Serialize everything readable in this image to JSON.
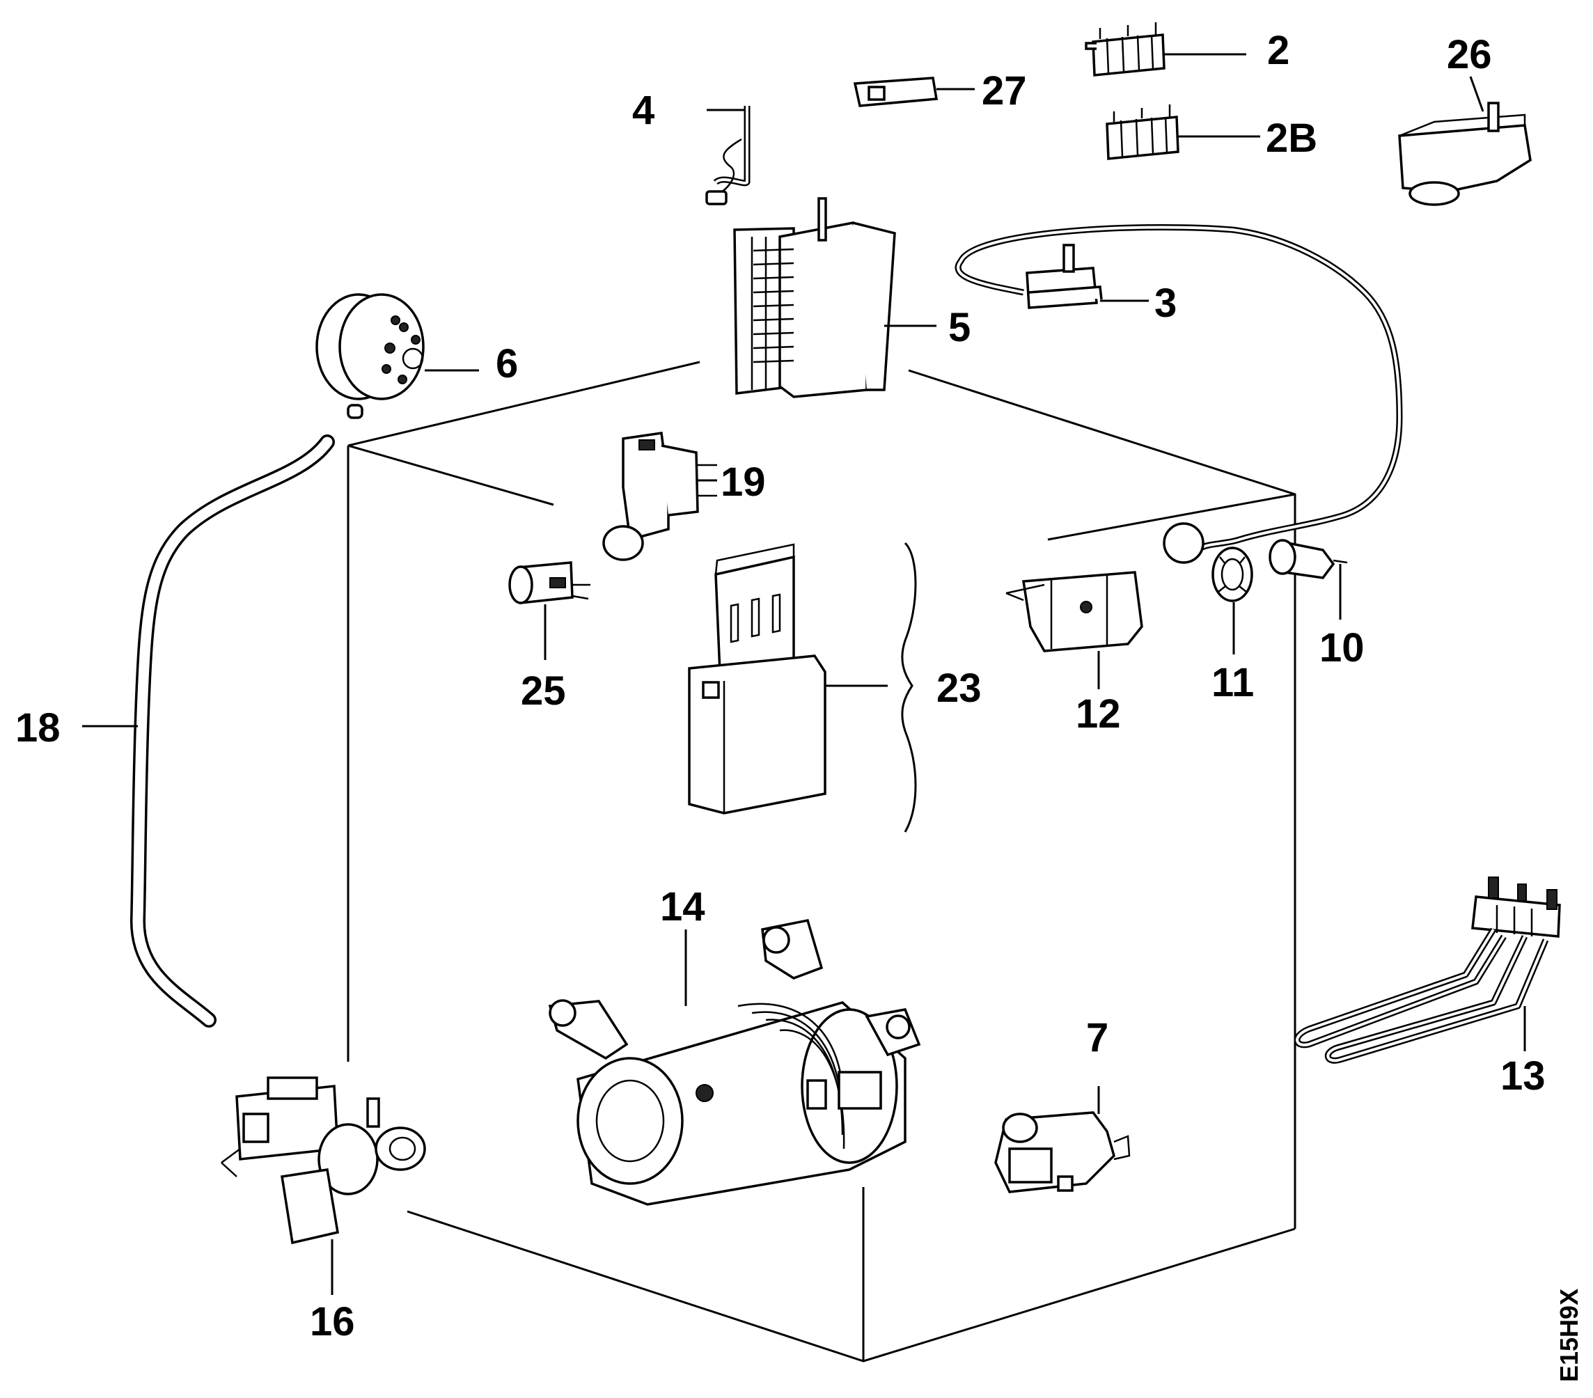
{
  "diagram": {
    "callouts": [
      "2",
      "2B",
      "3",
      "4",
      "5",
      "6",
      "7",
      "10",
      "11",
      "12",
      "13",
      "14",
      "16",
      "18",
      "19",
      "23",
      "25",
      "26",
      "27"
    ],
    "drawing_code": "E15H9X"
  }
}
